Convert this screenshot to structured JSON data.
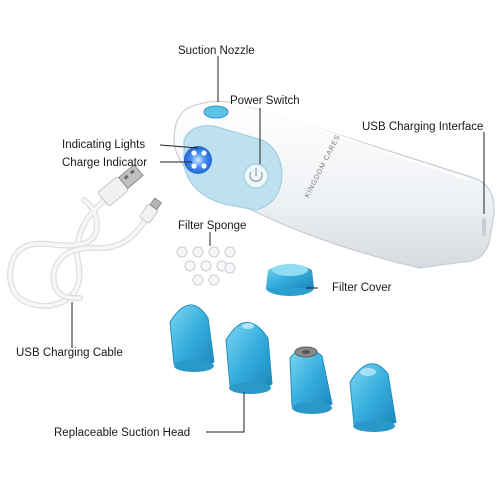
{
  "labels": {
    "suction_nozzle": "Suction Nozzle",
    "power_switch": "Power Switch",
    "usb_charging_interface": "USB Charging Interface",
    "indicating_lights": "Indicating Lights",
    "charge_indicator": "Charge Indicator",
    "filter_sponge": "Filter Sponge",
    "filter_cover": "Filter Cover",
    "usb_charging_cable": "USB Charging Cable",
    "replaceable_suction_head": "Replaceable Suction Head"
  },
  "brand_text": "KINGDOM CARES",
  "colors": {
    "device_body": "#f2f4f6",
    "panel_blue": "#bfe0ef",
    "led_blue": "#2f7ff0",
    "accessory_blue": "#3cb4e0",
    "cable_white": "#f4f4f4",
    "metal_tip": "#8a8a8a"
  }
}
